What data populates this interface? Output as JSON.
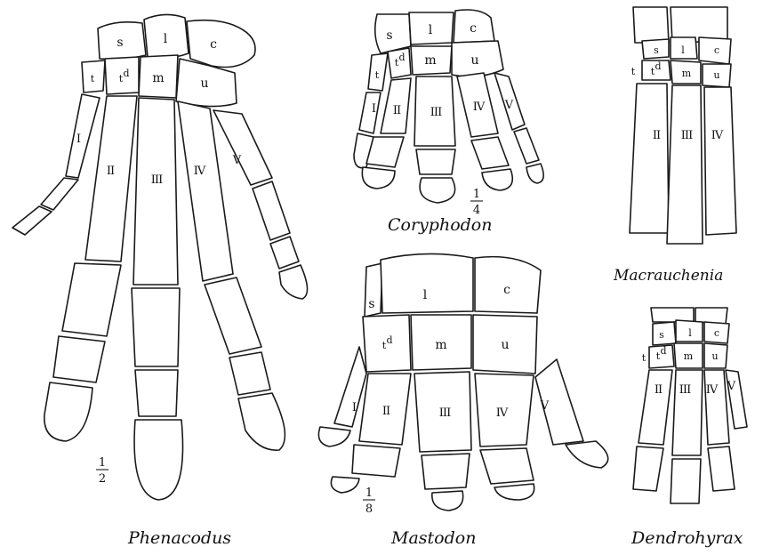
{
  "figures": [
    {
      "id": "phenacodus",
      "caption": "Phenacodus",
      "scale": [
        "1",
        "2"
      ],
      "carpals": [
        "s",
        "l",
        "c",
        "t",
        "t",
        "d",
        "m",
        "u"
      ],
      "digits": [
        "I",
        "II",
        "III",
        "IV",
        "V"
      ]
    },
    {
      "id": "coryphodon",
      "caption": "Coryphodon",
      "scale": [
        "1",
        "4"
      ],
      "carpals": [
        "s",
        "l",
        "c",
        "t",
        "t",
        "d",
        "m",
        "u"
      ],
      "digits": [
        "I",
        "II",
        "III",
        "IV",
        "V"
      ]
    },
    {
      "id": "macrauchenia",
      "caption": "Macrauchenia",
      "carpals": [
        "s",
        "l",
        "c",
        "t",
        "t",
        "d",
        "m",
        "u"
      ],
      "digits": [
        "II",
        "III",
        "IV"
      ]
    },
    {
      "id": "mastodon",
      "caption": "Mastodon",
      "scale": [
        "1",
        "8"
      ],
      "carpals": [
        "s",
        "l",
        "c",
        "t",
        "d",
        "m",
        "u"
      ],
      "digits": [
        "I",
        "II",
        "III",
        "IV",
        "V"
      ]
    },
    {
      "id": "dendrohyrax",
      "caption": "Dendrohyrax",
      "carpals": [
        "s",
        "l",
        "c",
        "t",
        "t",
        "d",
        "m",
        "u"
      ],
      "digits": [
        "II",
        "III",
        "IV",
        "V"
      ]
    }
  ]
}
